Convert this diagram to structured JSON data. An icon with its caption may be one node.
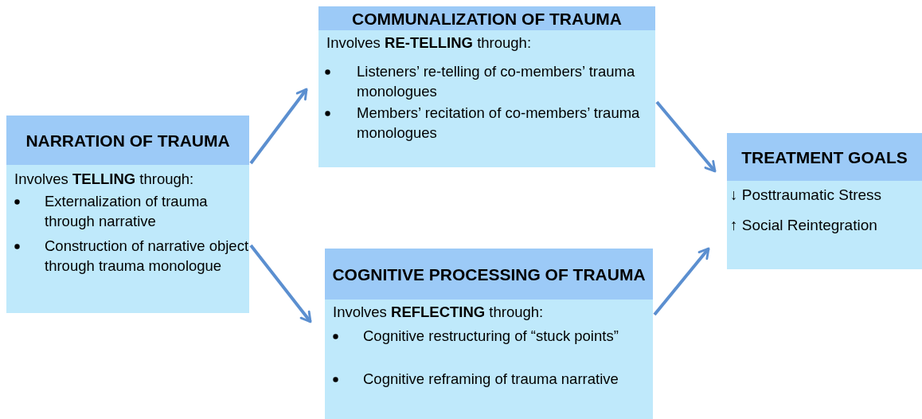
{
  "diagram": {
    "nodes": [
      {
        "text": [
          "NARRATION OF TRAUMA",
          "Involves **TELLING** through:",
          "Externalization of trauma through narrative",
          "Construction of narrative object through trauma monologue"
        ]
      },
      {
        "text": [
          "COMMUNALIZATION OF TRAUMA",
          "Involves **RE-TELLING** through:",
          "Listeners’ re-telling of co-members’ trauma monologues",
          "Members’ recitation of co-members’ trauma monologues"
        ]
      },
      {
        "text": [
          "COGNITIVE PROCESSING OF TRAUMA",
          "Involves **REFLECTING** through:",
          "Cognitive restructuring of “stuck points”",
          "Cognitive reframing of trauma narrative"
        ]
      },
      {
        "text": [
          "TREATMENT GOALS",
          "↓ Posttraumatic Stress",
          "↑ Social Reintegration"
        ]
      }
    ],
    "edges": [
      {
        "from": 0,
        "to": 1,
        "arrow": "to"
      },
      {
        "from": 0,
        "to": 2,
        "arrow": "to"
      },
      {
        "from": 1,
        "to": 3,
        "arrow": "to"
      },
      {
        "from": 2,
        "to": 3,
        "arrow": "to"
      }
    ]
  }
}
